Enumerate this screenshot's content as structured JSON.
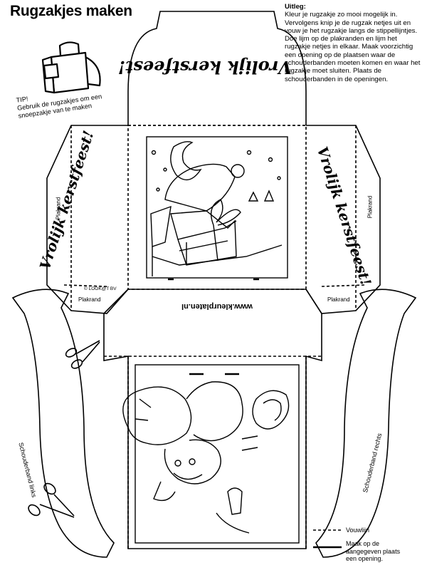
{
  "page": {
    "title": "Rugzakjes maken",
    "instructions_heading": "Uitleg:",
    "instructions_body": "Kleur je rugzakje zo mooi mogelijk in. Vervolgens knip je de rugzak netjes uit en vouw je het rugzakje langs de stippellijntjes. Doe lijm op de plakranden en lijm het rugzakje netjes in elkaar. Maak voorzichtig een opening op de plaatsen waar de schouderbanden moeten komen en waar het rugzakje moet sluiten.  Plaats de schouderbanden in de openingen.",
    "tip_heading": "TIP!",
    "tip_body": "Gebruik de rugzakjes om een snoepzakje van te maken"
  },
  "template": {
    "flap_text": "Vrolijk kerstfeest!",
    "side_left_text": "Vrolijk kerstfeest!",
    "side_right_text": "Vrolijk kerstfeest!",
    "glue_label_left": "Plakrand",
    "glue_label_right": "Plakrand",
    "glue_label_bottom_left": "Plakrand",
    "glue_label_bottom_right": "Plakrand",
    "copyright": "© LOOK@T BV",
    "website": "www.kleurplaten.nl",
    "strap_left_label": "Schouderband links",
    "strap_right_label": "Schouderband rechts"
  },
  "legend": {
    "fold_line_label": "Vouwlijn",
    "cut_line_label": "Maak op de aangegeven plaats een opening."
  }
}
